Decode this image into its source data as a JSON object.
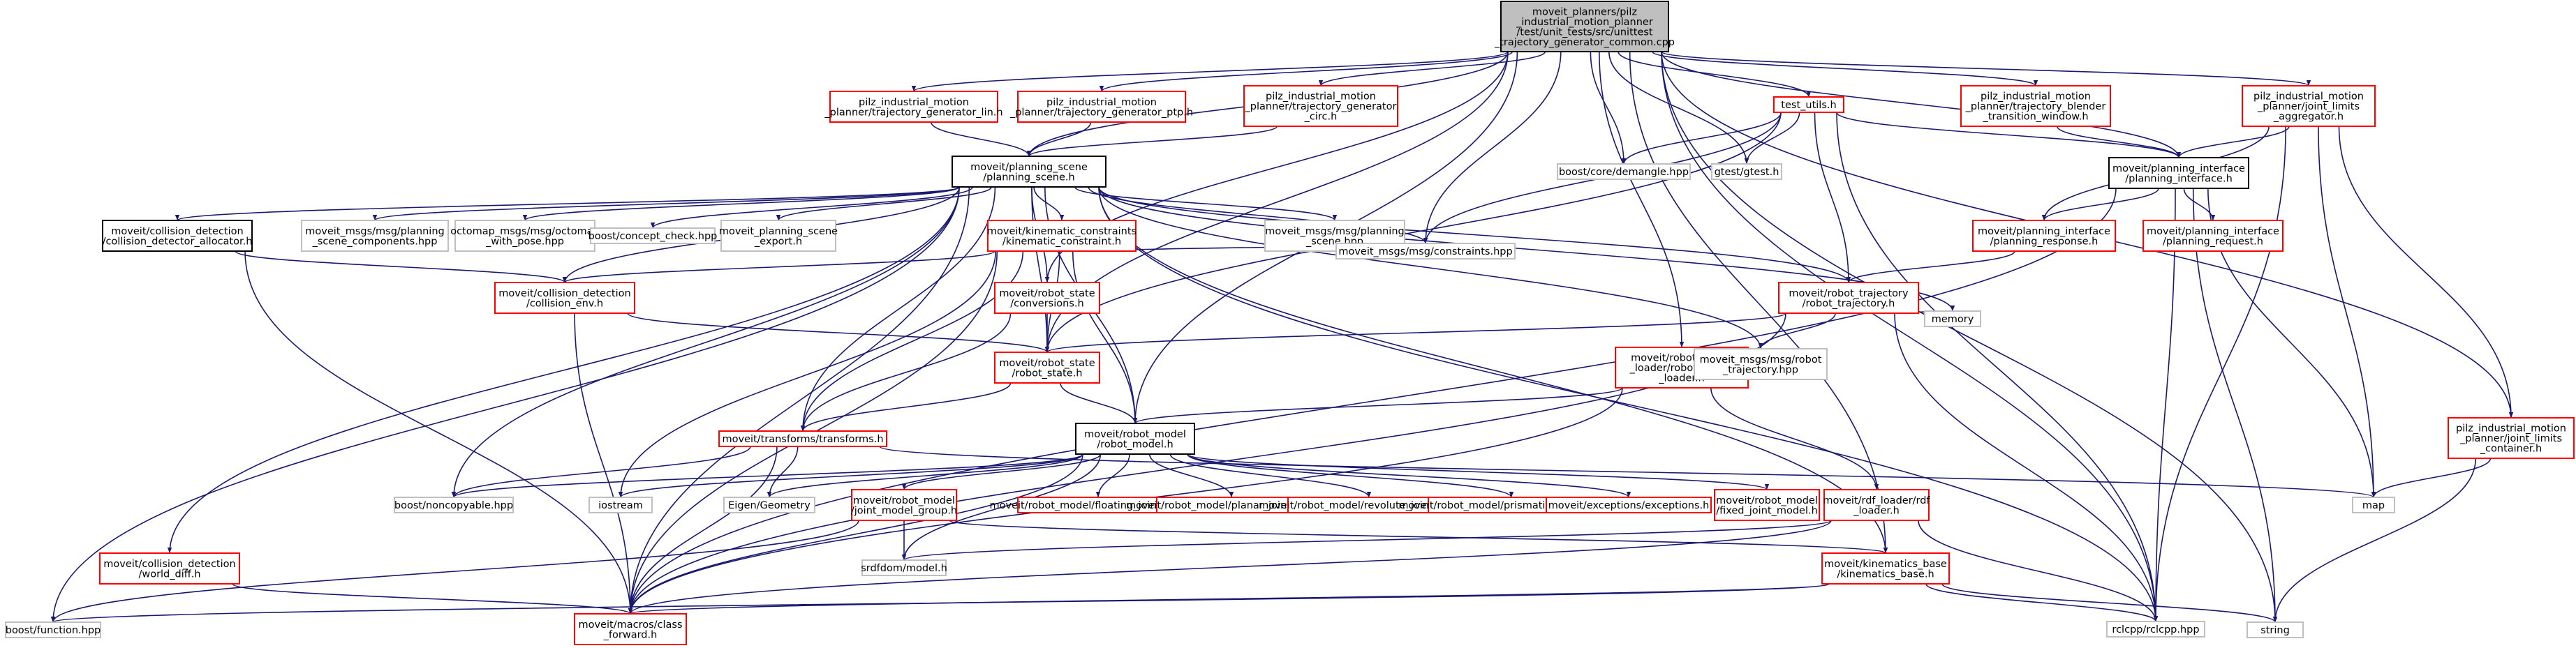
{
  "colors": {
    "edge": "#191970",
    "border_black": "#000000",
    "border_red": "#ff0000",
    "border_gray": "#bfbfbf",
    "root_fill": "#bfbfbf",
    "fill": "#ffffff"
  },
  "nodes": [
    {
      "id": "root",
      "style": "root",
      "lines": [
        "moveit_planners/pilz",
        "_industrial_motion_planner",
        "/test/unit_tests/src/unittest",
        "_trajectory_generator_common.cpp"
      ]
    },
    {
      "id": "lin",
      "style": "red",
      "lines": [
        "pilz_industrial_motion",
        "_planner/trajectory_generator_lin.h"
      ]
    },
    {
      "id": "ptp",
      "style": "red",
      "lines": [
        "pilz_industrial_motion",
        "_planner/trajectory_generator_ptp.h"
      ]
    },
    {
      "id": "circ",
      "style": "red",
      "lines": [
        "pilz_industrial_motion",
        "_planner/trajectory_generator",
        "_circ.h"
      ]
    },
    {
      "id": "test_utils",
      "style": "red",
      "lines": [
        "test_utils.h"
      ]
    },
    {
      "id": "blender",
      "style": "red",
      "lines": [
        "pilz_industrial_motion",
        "_planner/trajectory_blender",
        "_transition_window.h"
      ]
    },
    {
      "id": "jl_agg",
      "style": "red",
      "lines": [
        "pilz_industrial_motion",
        "_planner/joint_limits",
        "_aggregator.h"
      ]
    },
    {
      "id": "planning_scene",
      "style": "black",
      "lines": [
        "moveit/planning_scene",
        "/planning_scene.h"
      ]
    },
    {
      "id": "demangle",
      "style": "gray",
      "lines": [
        "boost/core/demangle.hpp"
      ]
    },
    {
      "id": "gtest",
      "style": "gray",
      "lines": [
        "gtest/gtest.h"
      ]
    },
    {
      "id": "planning_interface",
      "style": "black",
      "lines": [
        "moveit/planning_interface",
        "/planning_interface.h"
      ]
    },
    {
      "id": "cd_alloc",
      "style": "black",
      "lines": [
        "moveit/collision_detection",
        "/collision_detector_allocator.h"
      ]
    },
    {
      "id": "ps_components",
      "style": "gray",
      "lines": [
        "moveit_msgs/msg/planning",
        "_scene_components.hpp"
      ]
    },
    {
      "id": "octomap",
      "style": "gray",
      "lines": [
        "octomap_msgs/msg/octomap",
        "_with_pose.hpp"
      ]
    },
    {
      "id": "concept_check",
      "style": "gray",
      "lines": [
        "boost/concept_check.hpp"
      ]
    },
    {
      "id": "ps_export",
      "style": "gray",
      "lines": [
        "moveit_planning_scene",
        "_export.h"
      ]
    },
    {
      "id": "kin_constraints",
      "style": "red",
      "lines": [
        "moveit/kinematic_constraints",
        "/kinematic_constraint.h"
      ]
    },
    {
      "id": "ps_msg",
      "style": "gray",
      "lines": [
        "moveit_msgs/msg/planning",
        "_scene.hpp"
      ]
    },
    {
      "id": "constraints_msg",
      "style": "gray",
      "lines": [
        "moveit_msgs/msg/constraints.hpp"
      ]
    },
    {
      "id": "planning_response",
      "style": "red",
      "lines": [
        "moveit/planning_interface",
        "/planning_response.h"
      ]
    },
    {
      "id": "planning_request",
      "style": "red",
      "lines": [
        "moveit/planning_interface",
        "/planning_request.h"
      ]
    },
    {
      "id": "collision_env",
      "style": "red",
      "lines": [
        "moveit/collision_detection",
        "/collision_env.h"
      ]
    },
    {
      "id": "conversions",
      "style": "red",
      "lines": [
        "moveit/robot_state",
        "/conversions.h"
      ]
    },
    {
      "id": "robot_trajectory",
      "style": "red",
      "lines": [
        "moveit/robot_trajectory",
        "/robot_trajectory.h"
      ]
    },
    {
      "id": "memory",
      "style": "gray",
      "lines": [
        "memory"
      ]
    },
    {
      "id": "robot_state",
      "style": "red",
      "lines": [
        "moveit/robot_state",
        "/robot_state.h"
      ]
    },
    {
      "id": "rm_loader",
      "style": "red",
      "lines": [
        "moveit/robot_model",
        "_loader/robot_model",
        "_loader.h"
      ]
    },
    {
      "id": "robot_traj_msg",
      "style": "gray",
      "lines": [
        "moveit_msgs/msg/robot",
        "_trajectory.hpp"
      ]
    },
    {
      "id": "transforms",
      "style": "red",
      "lines": [
        "moveit/transforms/transforms.h"
      ]
    },
    {
      "id": "robot_model",
      "style": "black",
      "lines": [
        "moveit/robot_model",
        "/robot_model.h"
      ]
    },
    {
      "id": "jl_container",
      "style": "red",
      "lines": [
        "pilz_industrial_motion",
        "_planner/joint_limits",
        "_container.h"
      ]
    },
    {
      "id": "noncopyable",
      "style": "gray",
      "lines": [
        "boost/noncopyable.hpp"
      ]
    },
    {
      "id": "iostream",
      "style": "gray",
      "lines": [
        "iostream"
      ]
    },
    {
      "id": "eigen",
      "style": "gray",
      "lines": [
        "Eigen/Geometry"
      ]
    },
    {
      "id": "jmg",
      "style": "red",
      "lines": [
        "moveit/robot_model",
        "/joint_model_group.h"
      ]
    },
    {
      "id": "floating",
      "style": "red",
      "lines": [
        "moveit/robot_model/floating_joint_model.h"
      ]
    },
    {
      "id": "planar",
      "style": "red",
      "lines": [
        "moveit/robot_model/planar_joint_model.h"
      ]
    },
    {
      "id": "revolute",
      "style": "red",
      "lines": [
        "moveit/robot_model/revolute_joint_model.h"
      ]
    },
    {
      "id": "prismatic",
      "style": "red",
      "lines": [
        "moveit/robot_model/prismatic_joint_model.h"
      ]
    },
    {
      "id": "exceptions",
      "style": "red",
      "lines": [
        "moveit/exceptions/exceptions.h"
      ]
    },
    {
      "id": "fixed",
      "style": "red",
      "lines": [
        "moveit/robot_model",
        "/fixed_joint_model.h"
      ]
    },
    {
      "id": "rdf_loader",
      "style": "red",
      "lines": [
        "moveit/rdf_loader/rdf",
        "_loader.h"
      ]
    },
    {
      "id": "map",
      "style": "gray",
      "lines": [
        "map"
      ]
    },
    {
      "id": "world_diff",
      "style": "red",
      "lines": [
        "moveit/collision_detection",
        "/world_diff.h"
      ]
    },
    {
      "id": "srdfdom",
      "style": "gray",
      "lines": [
        "srdfdom/model.h"
      ]
    },
    {
      "id": "kin_base",
      "style": "red",
      "lines": [
        "moveit/kinematics_base",
        "/kinematics_base.h"
      ]
    },
    {
      "id": "boost_function",
      "style": "gray",
      "lines": [
        "boost/function.hpp"
      ]
    },
    {
      "id": "class_forward",
      "style": "red",
      "lines": [
        "moveit/macros/class",
        "_forward.h"
      ]
    },
    {
      "id": "rclcpp",
      "style": "gray",
      "lines": [
        "rclcpp/rclcpp.hpp"
      ]
    },
    {
      "id": "string",
      "style": "gray",
      "lines": [
        "string"
      ]
    }
  ],
  "edges": [
    [
      "root",
      "lin"
    ],
    [
      "root",
      "ptp"
    ],
    [
      "root",
      "circ"
    ],
    [
      "root",
      "planning_scene"
    ],
    [
      "root",
      "demangle"
    ],
    [
      "root",
      "gtest"
    ],
    [
      "root",
      "test_utils"
    ],
    [
      "root",
      "blender"
    ],
    [
      "root",
      "jl_agg"
    ],
    [
      "root",
      "planning_interface"
    ],
    [
      "root",
      "robot_model"
    ],
    [
      "root",
      "robot_state"
    ],
    [
      "root",
      "conversions"
    ],
    [
      "root",
      "constraints_msg"
    ],
    [
      "root",
      "rm_loader"
    ],
    [
      "root",
      "kin_base"
    ],
    [
      "root",
      "jl_container"
    ],
    [
      "root",
      "rclcpp"
    ],
    [
      "root",
      "string"
    ],
    [
      "lin",
      "planning_scene"
    ],
    [
      "ptp",
      "planning_scene"
    ],
    [
      "circ",
      "planning_scene"
    ],
    [
      "test_utils",
      "demangle"
    ],
    [
      "test_utils",
      "gtest"
    ],
    [
      "test_utils",
      "planning_interface"
    ],
    [
      "test_utils",
      "constraints_msg"
    ],
    [
      "test_utils",
      "robot_trajectory"
    ],
    [
      "test_utils",
      "robot_state"
    ],
    [
      "test_utils",
      "rclcpp"
    ],
    [
      "blender",
      "planning_interface"
    ],
    [
      "jl_agg",
      "planning_interface"
    ],
    [
      "jl_agg",
      "planning_response"
    ],
    [
      "jl_agg",
      "jl_container"
    ],
    [
      "jl_agg",
      "map"
    ],
    [
      "jl_agg",
      "rclcpp"
    ],
    [
      "planning_interface",
      "planning_response"
    ],
    [
      "planning_interface",
      "planning_request"
    ],
    [
      "planning_interface",
      "class_forward"
    ],
    [
      "planning_interface",
      "map"
    ],
    [
      "planning_interface",
      "string"
    ],
    [
      "planning_interface",
      "rclcpp"
    ],
    [
      "planning_response",
      "robot_trajectory"
    ],
    [
      "planning_scene",
      "cd_alloc"
    ],
    [
      "planning_scene",
      "ps_components"
    ],
    [
      "planning_scene",
      "octomap"
    ],
    [
      "planning_scene",
      "concept_check"
    ],
    [
      "planning_scene",
      "ps_export"
    ],
    [
      "planning_scene",
      "kin_constraints"
    ],
    [
      "planning_scene",
      "ps_msg"
    ],
    [
      "planning_scene",
      "constraints_msg"
    ],
    [
      "planning_scene",
      "collision_env"
    ],
    [
      "planning_scene",
      "conversions"
    ],
    [
      "planning_scene",
      "robot_trajectory"
    ],
    [
      "planning_scene",
      "memory"
    ],
    [
      "planning_scene",
      "robot_state"
    ],
    [
      "planning_scene",
      "robot_traj_msg"
    ],
    [
      "planning_scene",
      "transforms"
    ],
    [
      "planning_scene",
      "robot_model"
    ],
    [
      "planning_scene",
      "noncopyable"
    ],
    [
      "planning_scene",
      "world_diff"
    ],
    [
      "planning_scene",
      "boost_function"
    ],
    [
      "planning_scene",
      "class_forward"
    ],
    [
      "planning_scene",
      "rclcpp"
    ],
    [
      "planning_scene",
      "kin_base"
    ],
    [
      "cd_alloc",
      "collision_env"
    ],
    [
      "cd_alloc",
      "class_forward"
    ],
    [
      "kin_constraints",
      "collision_env"
    ],
    [
      "kin_constraints",
      "constraints_msg"
    ],
    [
      "kin_constraints",
      "robot_state"
    ],
    [
      "kin_constraints",
      "robot_model"
    ],
    [
      "kin_constraints",
      "transforms"
    ],
    [
      "kin_constraints",
      "iostream"
    ],
    [
      "kin_constraints",
      "class_forward"
    ],
    [
      "collision_env",
      "robot_state"
    ],
    [
      "collision_env",
      "class_forward"
    ],
    [
      "conversions",
      "robot_state"
    ],
    [
      "conversions",
      "transforms"
    ],
    [
      "robot_trajectory",
      "robot_state"
    ],
    [
      "robot_trajectory",
      "robot_traj_msg"
    ],
    [
      "robot_trajectory",
      "memory"
    ],
    [
      "robot_trajectory",
      "rclcpp"
    ],
    [
      "robot_trajectory",
      "class_forward"
    ],
    [
      "robot_state",
      "robot_model"
    ],
    [
      "robot_state",
      "transforms"
    ],
    [
      "rm_loader",
      "robot_model"
    ],
    [
      "rm_loader",
      "rdf_loader"
    ],
    [
      "rm_loader",
      "class_forward"
    ],
    [
      "transforms",
      "eigen"
    ],
    [
      "transforms",
      "noncopyable"
    ],
    [
      "transforms",
      "class_forward"
    ],
    [
      "transforms",
      "map"
    ],
    [
      "robot_model",
      "noncopyable"
    ],
    [
      "robot_model",
      "iostream"
    ],
    [
      "robot_model",
      "eigen"
    ],
    [
      "robot_model",
      "jmg"
    ],
    [
      "robot_model",
      "floating"
    ],
    [
      "robot_model",
      "planar"
    ],
    [
      "robot_model",
      "revolute"
    ],
    [
      "robot_model",
      "prismatic"
    ],
    [
      "robot_model",
      "exceptions"
    ],
    [
      "robot_model",
      "fixed"
    ],
    [
      "robot_model",
      "srdfdom"
    ],
    [
      "robot_model",
      "class_forward"
    ],
    [
      "jmg",
      "srdfdom"
    ],
    [
      "jmg",
      "kin_base"
    ],
    [
      "jmg",
      "boost_function"
    ],
    [
      "rdf_loader",
      "srdfdom"
    ],
    [
      "rdf_loader",
      "class_forward"
    ],
    [
      "rdf_loader",
      "rclcpp"
    ],
    [
      "world_diff",
      "class_forward"
    ],
    [
      "kin_base",
      "boost_function"
    ],
    [
      "kin_base",
      "class_forward"
    ],
    [
      "kin_base",
      "rclcpp"
    ],
    [
      "kin_base",
      "string"
    ],
    [
      "jl_container",
      "map"
    ],
    [
      "jl_container",
      "string"
    ]
  ]
}
